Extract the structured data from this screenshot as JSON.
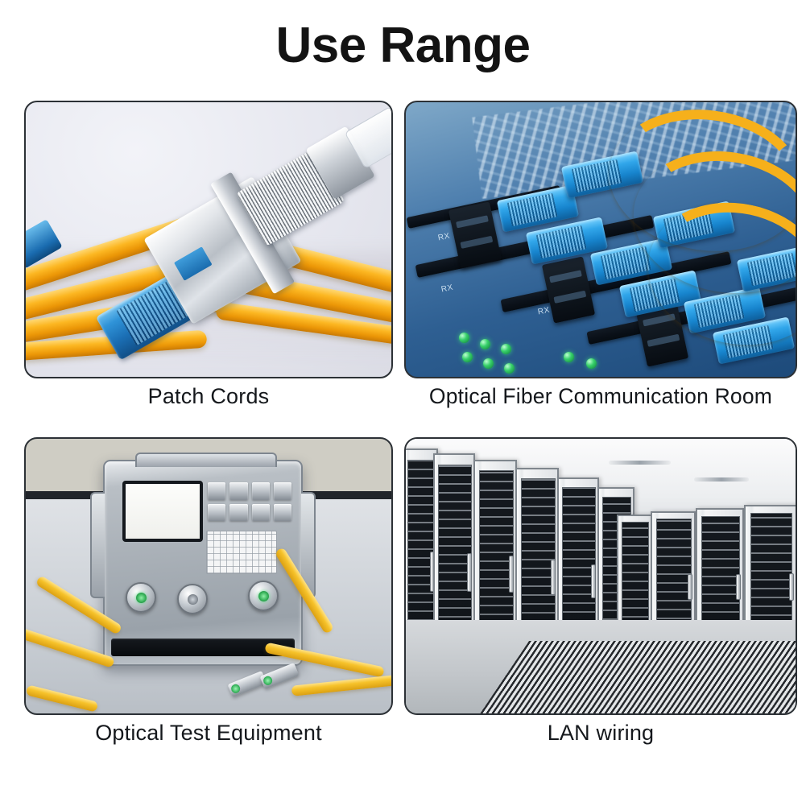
{
  "page": {
    "title": "Use Range",
    "background_color": "#ffffff"
  },
  "panels": [
    {
      "id": "patch-cords",
      "caption": "Patch Cords",
      "scene": "Yellow single-mode fiber patch cords with a blue SC connector joined to a silver knurled FC connector on a light lavender background",
      "colors": {
        "background": "#e8e9f0",
        "cable_yellow": "#f6b81e",
        "connector_blue": "#1e7cc4",
        "metal": "#c8ced4"
      }
    },
    {
      "id": "optical-fiber-communication-room",
      "caption": "Optical Fiber Communication Room",
      "scene": "Blue SC fiber connectors seated in black adapter rails on a blue distribution frame, yellow fiber jumpers entering from upper right, green status LEDs at lower left",
      "port_labels": [
        "RX",
        "RX",
        "RX"
      ],
      "colors": {
        "background": "#2e5f92",
        "connector_blue": "#1f8ad4",
        "cable_yellow": "#f6b01b",
        "led_green": "#37d06a",
        "rail_black": "#0a1018"
      }
    },
    {
      "id": "optical-test-equipment",
      "caption": "Optical Test Equipment",
      "scene": "Benchtop optical test instrument in a metal case with white LCD screen, eight keypad buttons, perforated grid panel and yellow fiber leads with green APC connectors",
      "colors": {
        "chassis": "#a9b0b7",
        "display": "#fdfdfb",
        "cable_yellow": "#f6c22a",
        "apc_green": "#2fae55",
        "table": "#c9ced4"
      }
    },
    {
      "id": "lan-wiring",
      "caption": "LAN wiring",
      "scene": "Data centre aisle with rows of glass-fronted server racks in perspective and a perforated raised floor",
      "colors": {
        "background": "#e3e5e7",
        "rack_frame": "#f4f5f6",
        "rack_interior": "#1b2026",
        "floor": "#c3c7cb"
      }
    }
  ]
}
